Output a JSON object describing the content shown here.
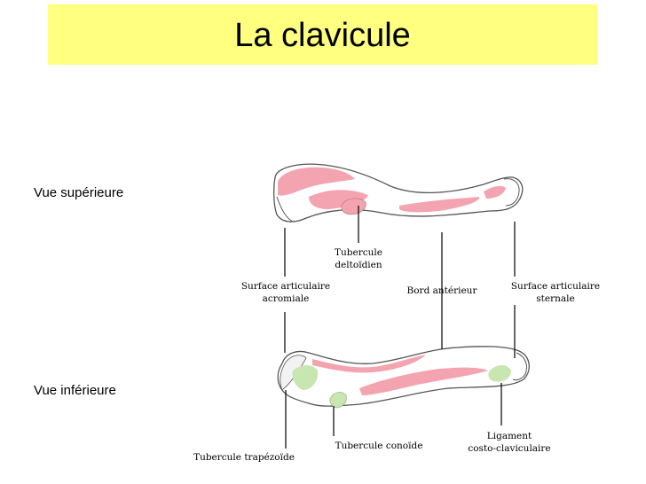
{
  "title": "La clavicule",
  "views": {
    "superior": "Vue supérieure",
    "inferior": "Vue inférieure"
  },
  "callouts": {
    "deltoid": [
      "Tubercule",
      "deltoïdien"
    ],
    "acromial": [
      "Surface articulaire",
      "acromiale"
    ],
    "anterior_border": "Bord antérieur",
    "sternal": [
      "Surface articulaire",
      "sternale"
    ],
    "costoclavicular": [
      "Ligament",
      "costo-claviculaire"
    ],
    "conoid": "Tubercule conoïde",
    "trapezoid": "Tubercule trapézoïde"
  },
  "colors": {
    "banner": "#ffff80",
    "muscle_insertion": "#f4a3b0",
    "ligament": "#c8e6b0",
    "bone_outline": "#555555"
  }
}
